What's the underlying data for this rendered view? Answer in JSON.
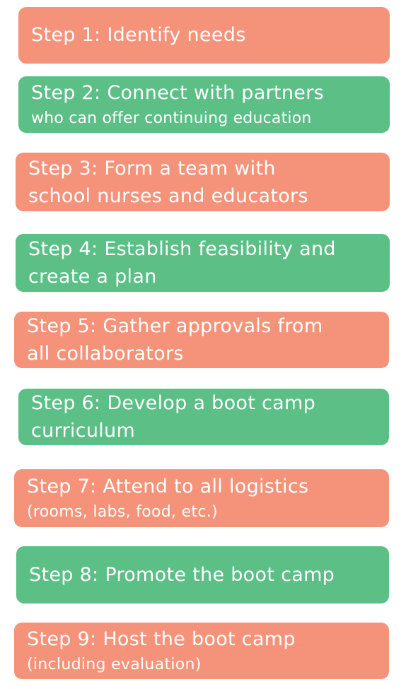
{
  "steps": [
    {
      "line1": "Step 1: Identify needs",
      "line2": "",
      "color": "#f4937a"
    },
    {
      "line1": "Step 2: Connect with partners",
      "line2": "who can offer continuing education",
      "color": "#5bbf86"
    },
    {
      "line1": "Step 3: Form a team with",
      "line2": "school nurses and educators",
      "color": "#f4937a"
    },
    {
      "line1": "Step 4: Establish feasibility and",
      "line2": "create a plan",
      "color": "#5bbf86"
    },
    {
      "line1": "Step 5: Gather approvals from",
      "line2": "all collaborators",
      "color": "#f4937a"
    },
    {
      "line1": "Step 6: Develop a boot camp",
      "line2": "curriculum",
      "color": "#5bbf86"
    },
    {
      "line1": "Step 7: Attend to all logistics",
      "line2": "(rooms, labs, food, etc.)",
      "color": "#f4937a"
    },
    {
      "line1": "Step 8: Promote the boot camp",
      "line2": "",
      "color": "#5bbf86"
    },
    {
      "line1": "Step 9: Host the boot camp",
      "line2": "(including evaluation)",
      "color": "#f4937a"
    }
  ]
}
